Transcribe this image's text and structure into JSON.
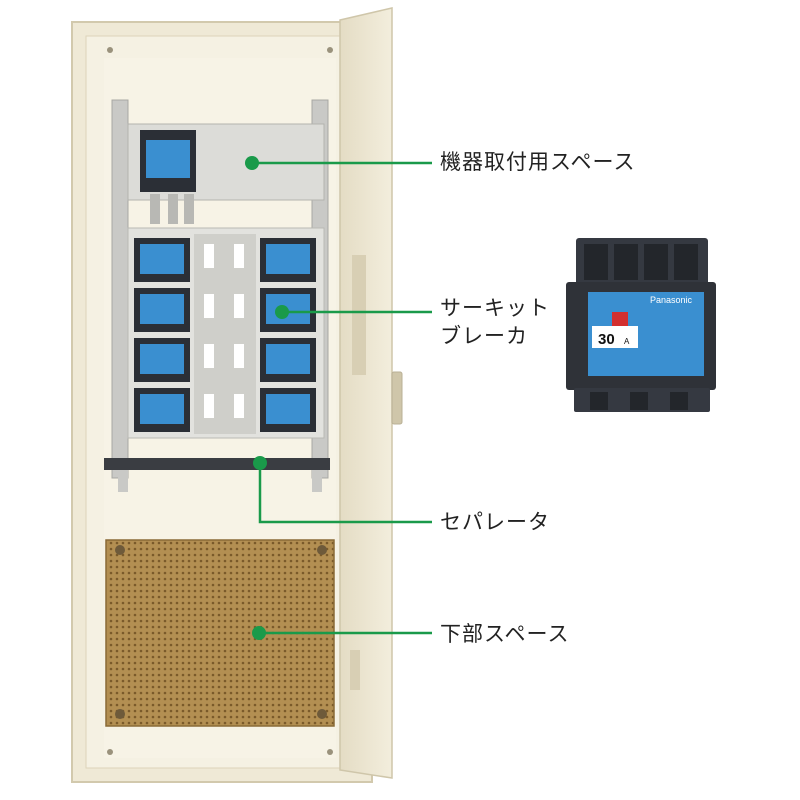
{
  "callouts": {
    "equipment_space": "機器取付用スペース",
    "circuit_breaker_line1": "サーキット",
    "circuit_breaker_line2": "ブレーカ",
    "separator": "セパレータ",
    "lower_space": "下部スペース"
  },
  "breaker_inset": {
    "brand": "Panasonic",
    "rating": "30",
    "rating_unit": "A"
  },
  "colors": {
    "leader_green": "#1a9a4a",
    "cabinet_cream": "#efe9d6",
    "breaker_blue": "#3a8fd0",
    "mesh_brown": "#a8874e"
  }
}
